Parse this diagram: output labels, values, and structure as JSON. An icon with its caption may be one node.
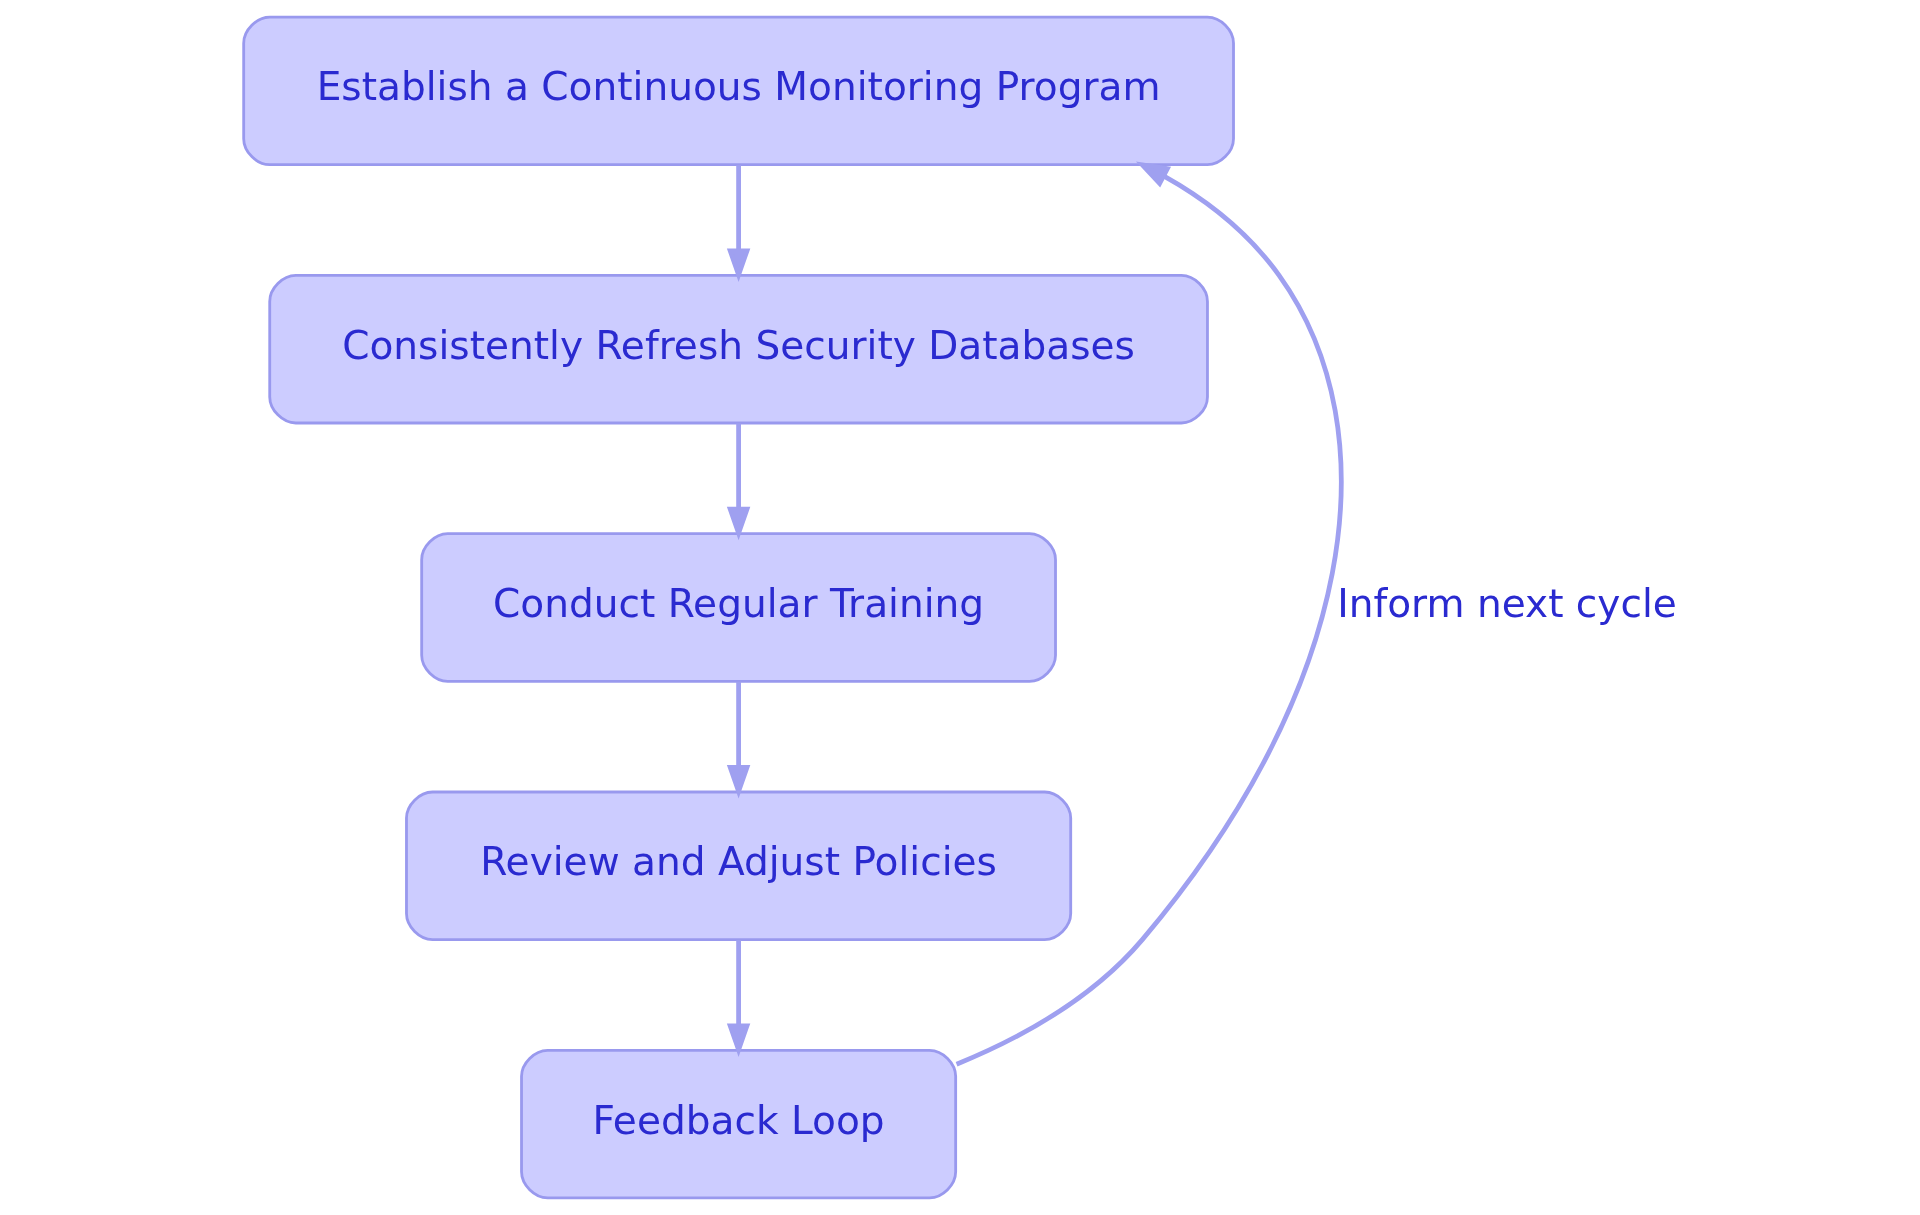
{
  "diagram": {
    "nodes": [
      {
        "text": [
          "Establish a Continuous Monitoring Program"
        ]
      },
      {
        "text": [
          "Consistently Refresh Security Databases"
        ]
      },
      {
        "text": [
          "Conduct Regular Training"
        ]
      },
      {
        "text": [
          "Review and Adjust Policies"
        ]
      },
      {
        "text": [
          "Feedback Loop"
        ]
      }
    ],
    "edges": [
      {
        "from": 0,
        "to": 1,
        "arrow": "to"
      },
      {
        "from": 1,
        "to": 2,
        "arrow": "to"
      },
      {
        "from": 2,
        "to": 3,
        "arrow": "to"
      },
      {
        "from": 3,
        "to": 4,
        "arrow": "to"
      },
      {
        "from": 4,
        "to": 0,
        "arrow": "to",
        "label": "Inform next cycle"
      }
    ]
  }
}
